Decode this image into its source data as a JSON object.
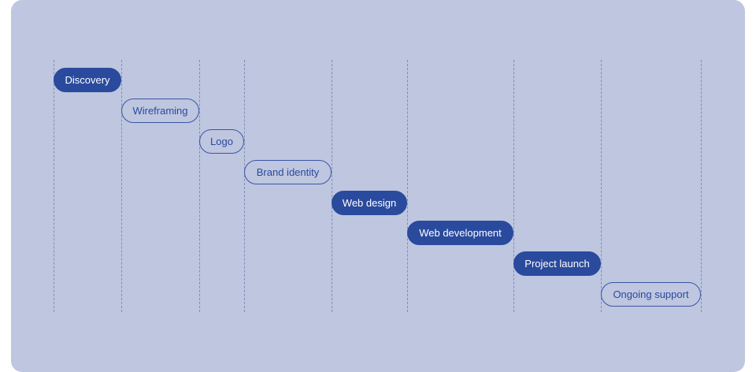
{
  "colors": {
    "background": "#bec6e0",
    "accent": "#2a4a9d",
    "gridline": "#7f8db8"
  },
  "phases": [
    {
      "label": "Discovery",
      "style": "filled"
    },
    {
      "label": "Wireframing",
      "style": "outline"
    },
    {
      "label": "Logo",
      "style": "outline"
    },
    {
      "label": "Brand identity",
      "style": "outline"
    },
    {
      "label": "Web design",
      "style": "filled"
    },
    {
      "label": "Web development",
      "style": "filled"
    },
    {
      "label": "Project launch",
      "style": "filled"
    },
    {
      "label": "Ongoing support",
      "style": "outline"
    }
  ]
}
